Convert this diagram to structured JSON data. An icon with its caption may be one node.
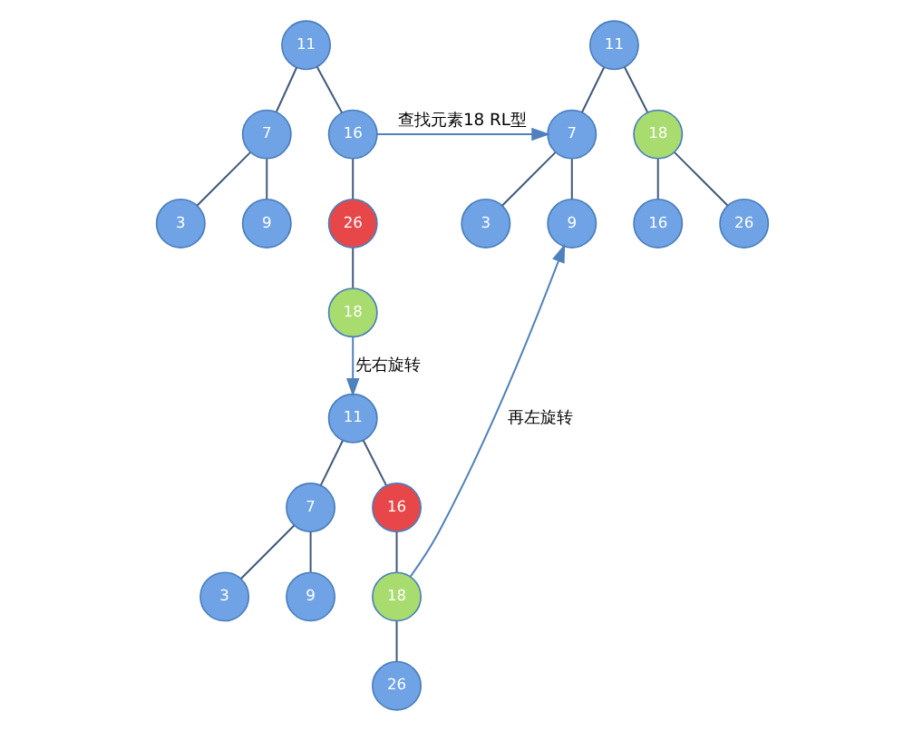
{
  "diagram": {
    "nodes": [
      {
        "text": [
          "11"
        ]
      },
      {
        "text": [
          "7"
        ]
      },
      {
        "text": [
          "16"
        ]
      },
      {
        "text": [
          "3"
        ]
      },
      {
        "text": [
          "9"
        ]
      },
      {
        "text": [
          "26"
        ]
      },
      {
        "text": [
          "18"
        ]
      },
      {
        "text": [
          "11"
        ]
      },
      {
        "text": [
          "7"
        ]
      },
      {
        "text": [
          "18"
        ]
      },
      {
        "text": [
          "3"
        ]
      },
      {
        "text": [
          "9"
        ]
      },
      {
        "text": [
          "16"
        ]
      },
      {
        "text": [
          "26"
        ]
      },
      {
        "text": [
          "11"
        ]
      },
      {
        "text": [
          "7"
        ]
      },
      {
        "text": [
          "16"
        ]
      },
      {
        "text": [
          "3"
        ]
      },
      {
        "text": [
          "9"
        ]
      },
      {
        "text": [
          "18"
        ]
      },
      {
        "text": [
          "26"
        ]
      }
    ],
    "edges": [
      {
        "from": 0,
        "to": 1,
        "arrow": "none"
      },
      {
        "from": 0,
        "to": 2,
        "arrow": "none"
      },
      {
        "from": 1,
        "to": 3,
        "arrow": "none"
      },
      {
        "from": 1,
        "to": 4,
        "arrow": "none"
      },
      {
        "from": 2,
        "to": 5,
        "arrow": "none"
      },
      {
        "from": 5,
        "to": 6,
        "arrow": "none"
      },
      {
        "from": 7,
        "to": 8,
        "arrow": "none"
      },
      {
        "from": 7,
        "to": 9,
        "arrow": "none"
      },
      {
        "from": 8,
        "to": 10,
        "arrow": "none"
      },
      {
        "from": 8,
        "to": 11,
        "arrow": "none"
      },
      {
        "from": 9,
        "to": 12,
        "arrow": "none"
      },
      {
        "from": 9,
        "to": 13,
        "arrow": "none"
      },
      {
        "from": 14,
        "to": 15,
        "arrow": "none"
      },
      {
        "from": 14,
        "to": 16,
        "arrow": "none"
      },
      {
        "from": 15,
        "to": 17,
        "arrow": "none"
      },
      {
        "from": 15,
        "to": 18,
        "arrow": "none"
      },
      {
        "from": 16,
        "to": 19,
        "arrow": "none"
      },
      {
        "from": 19,
        "to": 20,
        "arrow": "none"
      },
      {
        "from": 2,
        "to": 8,
        "arrow": "to",
        "label": "查找元素18 RL型",
        "color": "#4f81bd"
      },
      {
        "from": 6,
        "to": 14,
        "arrow": "to",
        "label": "先右旋转",
        "color": "#4f81bd"
      },
      {
        "from": 19,
        "to": 11,
        "arrow": "to",
        "label": "再左旋转",
        "color": "#4f81bd"
      }
    ]
  }
}
